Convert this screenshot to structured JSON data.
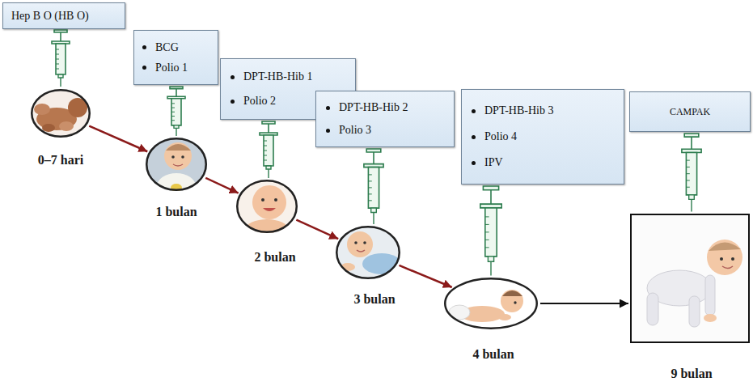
{
  "diagram": {
    "nodes": [
      {
        "text": [
          "Hep B O (HB O)"
        ]
      },
      {
        "text": [
          "0–7 hari"
        ]
      },
      {
        "text": [
          "BCG",
          "Polio 1"
        ]
      },
      {
        "text": [
          "1 bulan"
        ]
      },
      {
        "text": [
          "DPT-HB-Hib 1",
          "Polio 2"
        ]
      },
      {
        "text": [
          "2 bulan"
        ]
      },
      {
        "text": [
          "DPT-HB-Hib 2",
          "Polio 3"
        ]
      },
      {
        "text": [
          "3 bulan"
        ]
      },
      {
        "text": [
          "DPT-HB-Hib 3",
          "Polio 4",
          "IPV"
        ]
      },
      {
        "text": [
          "4 bulan"
        ]
      },
      {
        "text": [
          "CAMPAK"
        ]
      },
      {
        "text": [
          "9 bulan"
        ]
      }
    ],
    "edges": [
      {
        "from": 1,
        "to": 3,
        "arrow": "to"
      },
      {
        "from": 3,
        "to": 5,
        "arrow": "to"
      },
      {
        "from": 5,
        "to": 7,
        "arrow": "to"
      },
      {
        "from": 7,
        "to": 9,
        "arrow": "to"
      },
      {
        "from": 9,
        "to": 11,
        "arrow": "to"
      }
    ]
  }
}
